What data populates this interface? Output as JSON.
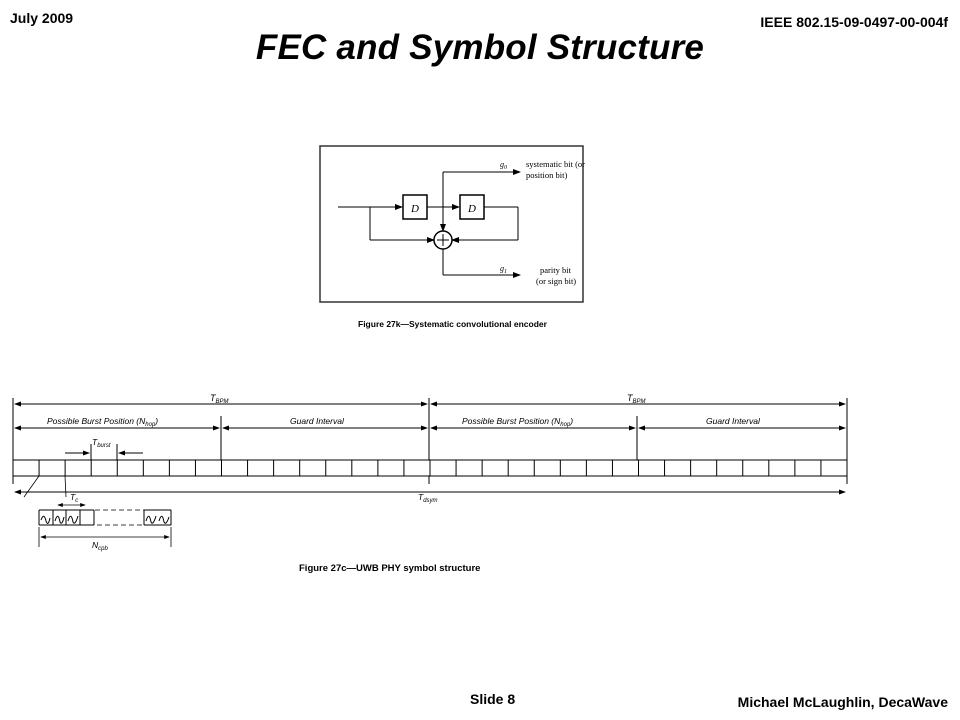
{
  "header": {
    "date": "July 2009",
    "doc_id": "IEEE 802.15-09-0497-00-004f"
  },
  "title": "FEC and Symbol Structure",
  "encoder_figure": {
    "delay_label": "D",
    "output_top_label_line1": "systematic bit (or",
    "output_top_label_line2": "position bit)",
    "output_bottom_label_line1": "parity bit",
    "output_bottom_label_line2": "(or sign bit)",
    "caption": "Figure 27k—Systematic convolutional encoder"
  },
  "symbol_figure": {
    "tbpm_label": "T",
    "tbpm_sub": "BPM",
    "burst_pos_label": "Possible Burst Position (N",
    "burst_pos_sub": "hop",
    "burst_pos_close": ")",
    "guard_label": "Guard Interval",
    "tburst_label": "T",
    "tburst_sub": "burst",
    "tdsym_label": "T",
    "tdsym_sub": "dsym",
    "tc_label": "T",
    "tc_sub": "c",
    "ncpb_label": "N",
    "ncpb_sub": "cpb",
    "caption": "Figure 27c—UWB PHY symbol structure"
  },
  "footer": {
    "slide": "Slide 8",
    "author": "Michael McLaughlin, DecaWave"
  }
}
